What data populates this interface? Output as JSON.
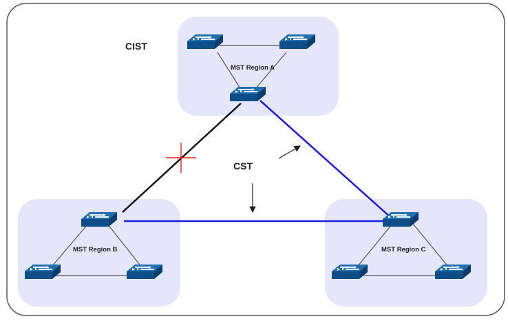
{
  "diagram": {
    "labels": {
      "cist": "CIST",
      "cst": "CST"
    },
    "regions": [
      {
        "id": "A",
        "label": "MST Region A"
      },
      {
        "id": "B",
        "label": "MST Region B"
      },
      {
        "id": "C",
        "label": "MST Region C"
      }
    ],
    "colors": {
      "region_fill": "#e6e6fa",
      "switch_top": "#1e6fb0",
      "switch_side": "#0d4e88",
      "cst_link": "#1a1adc",
      "blocked_link": "#111111",
      "blocked_marker": "#ee1c1c"
    },
    "links": [
      {
        "from": "A-root",
        "to": "B-root",
        "type": "blocked"
      },
      {
        "from": "A-root",
        "to": "C-root",
        "type": "cst"
      },
      {
        "from": "B-root",
        "to": "C-root",
        "type": "cst"
      }
    ]
  }
}
